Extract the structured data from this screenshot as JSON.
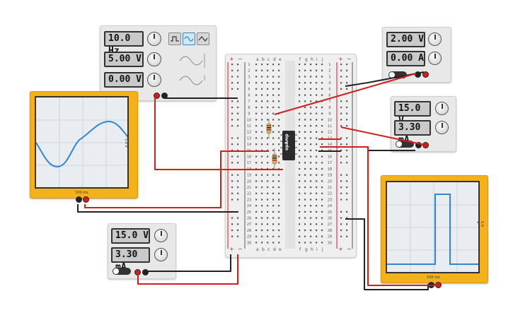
{
  "function_generator": {
    "frequency": "10.0 Hz",
    "amplitude": "5.00 V",
    "offset": "0.00 V",
    "waveforms": [
      "square-icon",
      "sine-icon",
      "triangle-icon"
    ],
    "selected_waveform": "sine"
  },
  "power_supply_top": {
    "voltage": "2.00 V",
    "current": "0.00 A",
    "toggle_label": "ON"
  },
  "power_supply_right": {
    "voltage": "15.0 V",
    "current": "3.30 mA",
    "toggle_label": "ON"
  },
  "power_supply_bottom": {
    "voltage": "15.0 V",
    "current": "3.30 mA",
    "toggle_label": "ON"
  },
  "oscilloscope_left": {
    "time_label": "100 ms",
    "volt_label": "5.0 V"
  },
  "oscilloscope_right": {
    "time_label": "100 ms",
    "volt_label": "5.0 V"
  },
  "breadboard": {
    "columns_left": [
      "a",
      "b",
      "c",
      "d",
      "e"
    ],
    "columns_right": [
      "f",
      "g",
      "h",
      "i",
      "j"
    ],
    "rail_plus": "+",
    "rail_minus": "−",
    "ic_label": "opAmp"
  },
  "colors": {
    "wire_red": "#d21e1e",
    "wire_black": "#222222",
    "scope_body": "#f3b21b",
    "trace": "#2f86d6"
  }
}
